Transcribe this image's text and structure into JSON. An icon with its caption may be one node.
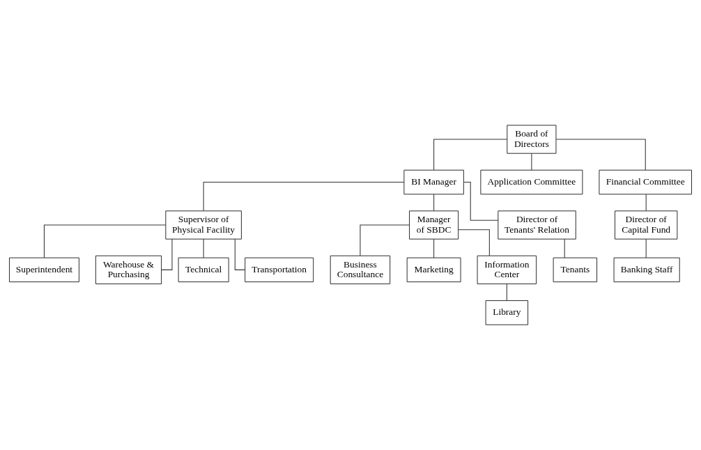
{
  "diagram": {
    "nodes": [
      {
        "text": [
          "Board of Directors"
        ]
      },
      {
        "text": [
          "BI Manager"
        ]
      },
      {
        "text": [
          "Application Committee"
        ]
      },
      {
        "text": [
          "Financial Committee"
        ]
      },
      {
        "text": [
          "Supervisor of Physical Facility"
        ]
      },
      {
        "text": [
          "Manager of SBDC"
        ]
      },
      {
        "text": [
          "Director of Tenants' Relation"
        ]
      },
      {
        "text": [
          "Superintendent"
        ]
      },
      {
        "text": [
          "Warehouse & Purchasing"
        ]
      },
      {
        "text": [
          "Technical"
        ]
      },
      {
        "text": [
          "Transportation"
        ]
      },
      {
        "text": [
          "Business Consultance"
        ]
      },
      {
        "text": [
          "Marketing"
        ]
      },
      {
        "text": [
          "Information Center"
        ]
      },
      {
        "text": [
          "Library"
        ]
      },
      {
        "text": [
          "Tenants"
        ]
      },
      {
        "text": [
          "Director of Capital Fund"
        ]
      },
      {
        "text": [
          "Banking Staff"
        ]
      }
    ],
    "edges": [
      {
        "from": 0,
        "to": 1,
        "arrow": "none"
      },
      {
        "from": 0,
        "to": 2,
        "arrow": "none"
      },
      {
        "from": 0,
        "to": 3,
        "arrow": "none"
      },
      {
        "from": 1,
        "to": 4,
        "arrow": "none"
      },
      {
        "from": 1,
        "to": 5,
        "arrow": "none"
      },
      {
        "from": 1,
        "to": 6,
        "arrow": "none"
      },
      {
        "from": 4,
        "to": 7,
        "arrow": "none"
      },
      {
        "from": 4,
        "to": 8,
        "arrow": "none"
      },
      {
        "from": 4,
        "to": 9,
        "arrow": "none"
      },
      {
        "from": 4,
        "to": 10,
        "arrow": "none"
      },
      {
        "from": 5,
        "to": 11,
        "arrow": "none"
      },
      {
        "from": 5,
        "to": 12,
        "arrow": "none"
      },
      {
        "from": 5,
        "to": 13,
        "arrow": "none"
      },
      {
        "from": 13,
        "to": 14,
        "arrow": "none"
      },
      {
        "from": 6,
        "to": 15,
        "arrow": "none"
      },
      {
        "from": 3,
        "to": 16,
        "arrow": "none"
      },
      {
        "from": 16,
        "to": 17,
        "arrow": "none"
      }
    ]
  }
}
